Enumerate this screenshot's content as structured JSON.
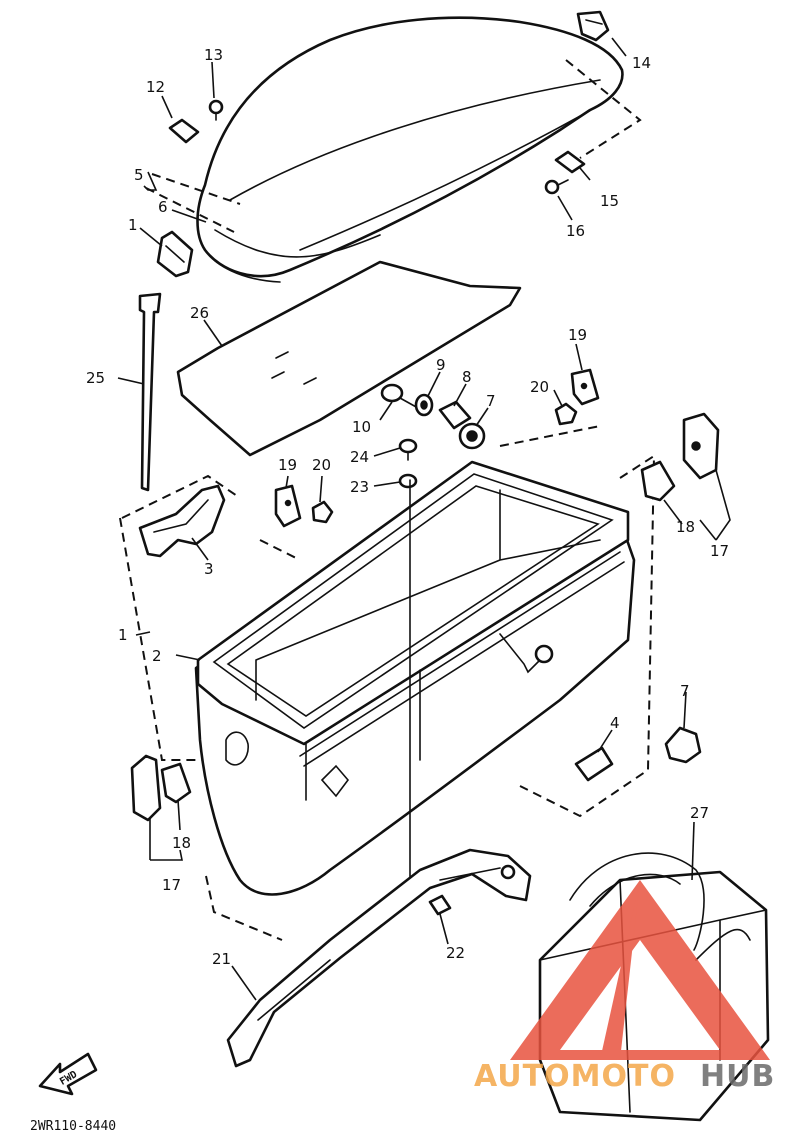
{
  "diagram": {
    "labels": {
      "l1a": "1",
      "l1b": "1",
      "l2": "2",
      "l3": "3",
      "l4": "4",
      "l5": "5",
      "l6": "6",
      "l7a": "7",
      "l7b": "7",
      "l8": "8",
      "l9": "9",
      "l10": "10",
      "l12": "12",
      "l13": "13",
      "l14": "14",
      "l15": "15",
      "l16": "16",
      "l17a": "17",
      "l17b": "17",
      "l18a": "18",
      "l18b": "18",
      "l19a": "19",
      "l19b": "19",
      "l20a": "20",
      "l20b": "20",
      "l21": "21",
      "l22": "22",
      "l23": "23",
      "l24": "24",
      "l25": "25",
      "l26": "26",
      "l27": "27"
    },
    "fwd_label": "FWD",
    "code": "2WR110-8440"
  },
  "watermark": {
    "part1": "AUTOMOTO",
    "part2": "HUB",
    "color_triangle": "#e8533f",
    "color_text1": "#f4a74a",
    "color_text2": "#6b6b6b"
  }
}
